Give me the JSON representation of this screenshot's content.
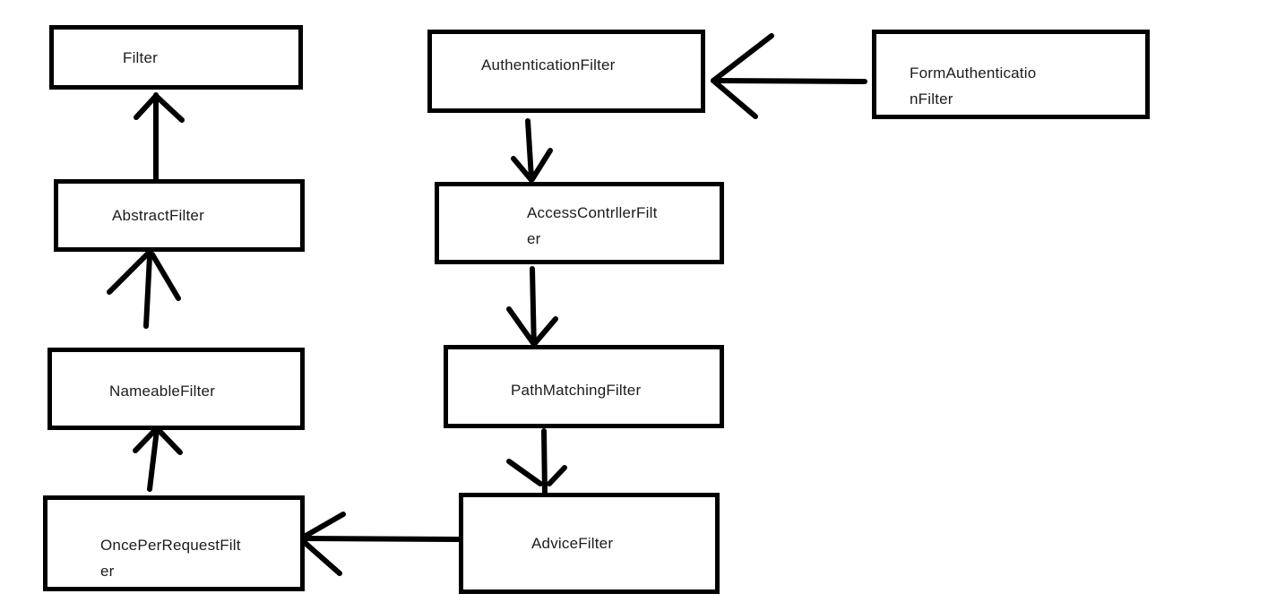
{
  "diagram": {
    "background_color": "#ffffff",
    "stroke_color": "#000000",
    "nodes": [
      {
        "id": "filter",
        "label": "Filter"
      },
      {
        "id": "abstract-filter",
        "label": "AbstractFilter"
      },
      {
        "id": "nameable-filter",
        "label": "NameableFilter"
      },
      {
        "id": "once-per-request-filter",
        "label": "OncePerRequestFilt\ner"
      },
      {
        "id": "authentication-filter",
        "label": "AuthenticationFilter"
      },
      {
        "id": "form-authentication-filter",
        "label": "FormAuthenticatio\nnFilter"
      },
      {
        "id": "access-contrller-filter",
        "label": "AccessContrllerFilt\ner"
      },
      {
        "id": "path-matching-filter",
        "label": "PathMatchingFilter"
      },
      {
        "id": "advice-filter",
        "label": "AdviceFilter"
      }
    ],
    "arrows": [
      {
        "name": "arrow-abstractfilter-to-filter",
        "from": "abstract-filter",
        "to": "filter",
        "direction": "up",
        "segments": [
          [
            174,
            199,
            174,
            106
          ],
          [
            152,
            131,
            174,
            107
          ],
          [
            174,
            107,
            203,
            134
          ]
        ]
      },
      {
        "name": "arrow-nameablefilter-to-abstractfilter",
        "from": "nameable-filter",
        "to": "abstract-filter",
        "direction": "up",
        "segments": [
          [
            167,
            286,
            163,
            364
          ],
          [
            122,
            326,
            166,
            282
          ],
          [
            170,
            284,
            199,
            333
          ]
        ]
      },
      {
        "name": "arrow-onceperrequestfilter-to-nameablefilter",
        "from": "once-per-request-filter",
        "to": "nameable-filter",
        "direction": "up",
        "segments": [
          [
            175,
            480,
            167,
            546
          ],
          [
            151,
            503,
            175,
            478
          ],
          [
            175,
            478,
            201,
            505
          ]
        ]
      },
      {
        "name": "arrow-authenticationfilter-to-accesscontrllerfilter",
        "from": "authentication-filter",
        "to": "access-contrller-filter",
        "direction": "down",
        "segments": [
          [
            589,
            135,
            593,
            199
          ],
          [
            573,
            177,
            593,
            201
          ],
          [
            594,
            200,
            614,
            168
          ]
        ]
      },
      {
        "name": "arrow-accesscontrllerfilter-to-pathmatchingfilter",
        "from": "access-contrller-filter",
        "to": "path-matching-filter",
        "direction": "down",
        "segments": [
          [
            594,
            300,
            596,
            392
          ],
          [
            568,
            345,
            595,
            383
          ],
          [
            597,
            383,
            620,
            356
          ]
        ]
      },
      {
        "name": "arrow-pathmatchingfilter-to-advicefilter",
        "from": "path-matching-filter",
        "to": "advice-filter",
        "direction": "down",
        "segments": [
          [
            607,
            481,
            608,
            552
          ],
          [
            568,
            515,
            603,
            540
          ],
          [
            613,
            540,
            630,
            522
          ]
        ]
      },
      {
        "name": "arrow-advicefilter-to-onceperrequestfilter",
        "from": "advice-filter",
        "to": "once-per-request-filter",
        "direction": "left",
        "segments": [
          [
            517,
            602,
            338,
            601
          ],
          [
            336,
            601,
            383,
            574
          ],
          [
            337,
            603,
            379,
            640
          ]
        ]
      },
      {
        "name": "arrow-formauthenticationfilter-to-authenticationfilter",
        "from": "form-authentication-filter",
        "to": "authentication-filter",
        "direction": "left",
        "segments": [
          [
            965,
            91,
            797,
            90
          ],
          [
            796,
            90,
            861,
            40
          ],
          [
            796,
            90,
            843,
            130
          ]
        ]
      }
    ]
  }
}
